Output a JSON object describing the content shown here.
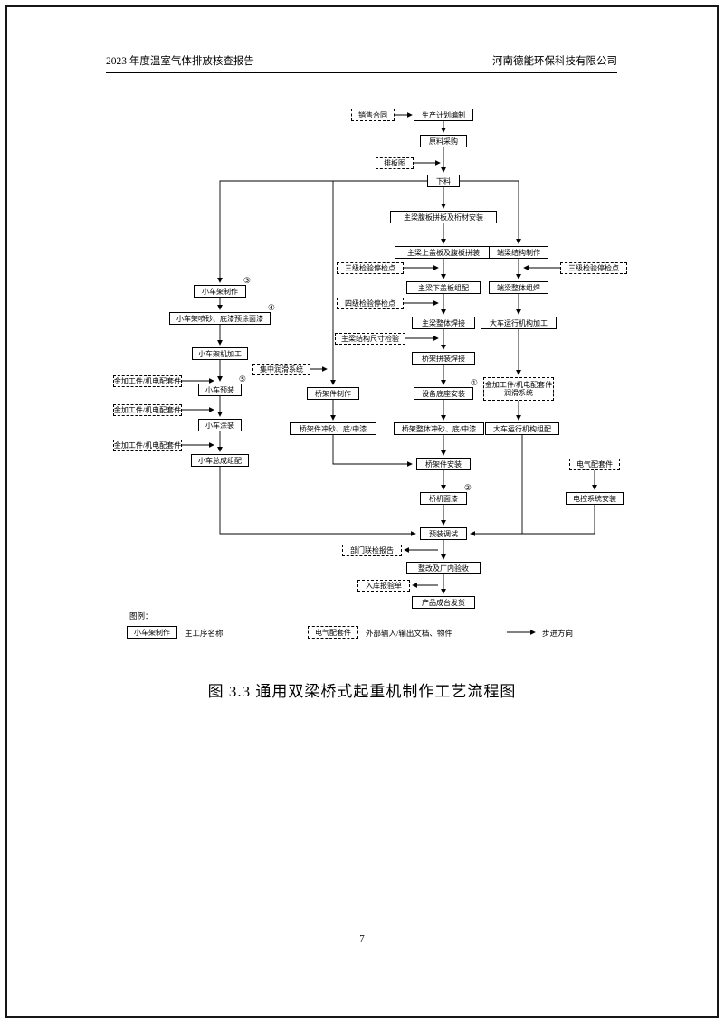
{
  "header": {
    "left": "2023 年度温室气体排放核查报告",
    "right": "河南德能环保科技有限公司"
  },
  "caption": "图 3.3  通用双梁桥式起重机制作工艺流程图",
  "page_number": "7",
  "legend": {
    "title": "图例：",
    "main_sample": "小车架制作",
    "main_label": "主工序名称",
    "ext_sample": "电气配套件",
    "ext_label": "外部输入/输出文档、物件",
    "arrow_label": "步进方向"
  },
  "flowchart": {
    "nodes": [
      {
        "id": "sales_contract",
        "label": "销售合同",
        "kind": "external"
      },
      {
        "id": "production_plan",
        "label": "生产计划编制",
        "kind": "main"
      },
      {
        "id": "material_purchase",
        "label": "原料采购",
        "kind": "main"
      },
      {
        "id": "layout_drawing",
        "label": "排板图",
        "kind": "external"
      },
      {
        "id": "cutting",
        "label": "下料",
        "kind": "main"
      },
      {
        "id": "girder_web",
        "label": "主梁腹板拼板及桁材安装",
        "kind": "main"
      },
      {
        "id": "girder_upper_cover",
        "label": "主梁上盖板及腹板拼装",
        "kind": "main"
      },
      {
        "id": "hold_point_3_girder",
        "label": "三级检验停检点",
        "kind": "external"
      },
      {
        "id": "girder_lower_cover",
        "label": "主梁下盖板组配",
        "kind": "main"
      },
      {
        "id": "hold_point_4_girder",
        "label": "四级检验停检点",
        "kind": "external"
      },
      {
        "id": "girder_weld",
        "label": "主梁整体焊接",
        "kind": "main"
      },
      {
        "id": "girder_dimension_check",
        "label": "主梁结构尺寸检验",
        "kind": "external"
      },
      {
        "id": "bridge_assembly_weld",
        "label": "桥架拼装焊接",
        "kind": "main"
      },
      {
        "id": "equipment_base_install",
        "label": "设备底座安装",
        "kind": "main",
        "sup": "①"
      },
      {
        "id": "bridge_blast_paint",
        "label": "桥架整体冲砂、底/中漆",
        "kind": "main"
      },
      {
        "id": "bridge_parts_install",
        "label": "桥架件安装",
        "kind": "main"
      },
      {
        "id": "crane_topcoat",
        "label": "桥机面漆",
        "kind": "main",
        "sup": "②"
      },
      {
        "id": "preassembly_test",
        "label": "预装调试",
        "kind": "main"
      },
      {
        "id": "joint_inspection_report",
        "label": "部门联检报告",
        "kind": "external"
      },
      {
        "id": "rectify_acceptance",
        "label": "整改及厂内验收",
        "kind": "main"
      },
      {
        "id": "warehouse_inspection_form",
        "label": "入库报验单",
        "kind": "external"
      },
      {
        "id": "product_delivery",
        "label": "产品成台发货",
        "kind": "main"
      },
      {
        "id": "end_girder_make",
        "label": "端梁结构制作",
        "kind": "main"
      },
      {
        "id": "hold_point_3_end",
        "label": "三级检验停检点",
        "kind": "external"
      },
      {
        "id": "end_girder_weld",
        "label": "端梁整体组焊",
        "kind": "main"
      },
      {
        "id": "cart_mechanism_machining",
        "label": "大车运行机构加工",
        "kind": "main"
      },
      {
        "id": "cart_parts_input",
        "label": "金加工件/机电配套件",
        "label2": "润滑系统",
        "kind": "external"
      },
      {
        "id": "cart_mechanism_assembly",
        "label": "大车运行机构组配",
        "kind": "main"
      },
      {
        "id": "electric_parts_input",
        "label": "电气配套件",
        "kind": "external"
      },
      {
        "id": "electric_system_install",
        "label": "电控系统安装",
        "kind": "main"
      },
      {
        "id": "trolley_frame_make",
        "label": "小车架制作",
        "kind": "main",
        "sup": "③"
      },
      {
        "id": "trolley_frame_blast",
        "label": "小车架喷砂、底漆预涂面漆",
        "kind": "main",
        "sup": "④"
      },
      {
        "id": "trolley_frame_machining",
        "label": "小车架机加工",
        "kind": "main"
      },
      {
        "id": "central_lube_system",
        "label": "集中润滑系统",
        "kind": "external"
      },
      {
        "id": "parts_input_1",
        "label": "金加工件/机电配套件",
        "kind": "external"
      },
      {
        "id": "trolley_preassembly",
        "label": "小车预装",
        "kind": "main",
        "sup": "⑤"
      },
      {
        "id": "parts_input_2",
        "label": "金加工件/机电配套件",
        "kind": "external"
      },
      {
        "id": "trolley_paint",
        "label": "小车涂装",
        "kind": "main"
      },
      {
        "id": "parts_input_3",
        "label": "金加工件/机电配套件",
        "kind": "external"
      },
      {
        "id": "trolley_assembly",
        "label": "小车总成组配",
        "kind": "main"
      },
      {
        "id": "bridge_parts_make",
        "label": "桥架件制作",
        "kind": "main"
      },
      {
        "id": "bridge_parts_blast",
        "label": "桥架件冲砂、底/中漆",
        "kind": "main"
      }
    ]
  }
}
